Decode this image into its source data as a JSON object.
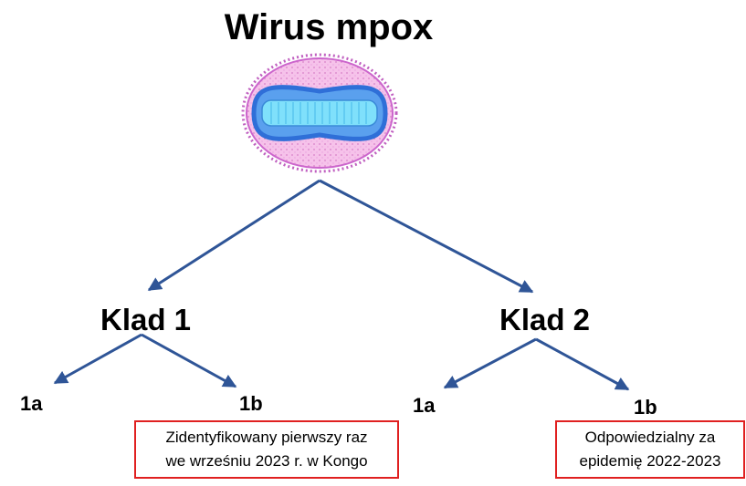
{
  "title": "Wirus mpox",
  "clades": [
    {
      "label": "Klad 1",
      "subclades": [
        {
          "label": "1a"
        },
        {
          "label": "1b",
          "note": [
            "Zidentyfikowany pierwszy raz",
            "we wrześniu 2023 r. w Kongo"
          ]
        }
      ]
    },
    {
      "label": "Klad 2",
      "subclades": [
        {
          "label": "1a"
        },
        {
          "label": "1b",
          "note": [
            "Odpowiedzialny za",
            "epidemię 2022-2023"
          ]
        }
      ]
    }
  ],
  "colors": {
    "arrow": "#2f5597",
    "note_border": "#e02020",
    "virion_envelope": "#f0a0e0",
    "virion_core_outer": "#2f6fd8",
    "virion_core_inner": "#6fd9f8"
  }
}
